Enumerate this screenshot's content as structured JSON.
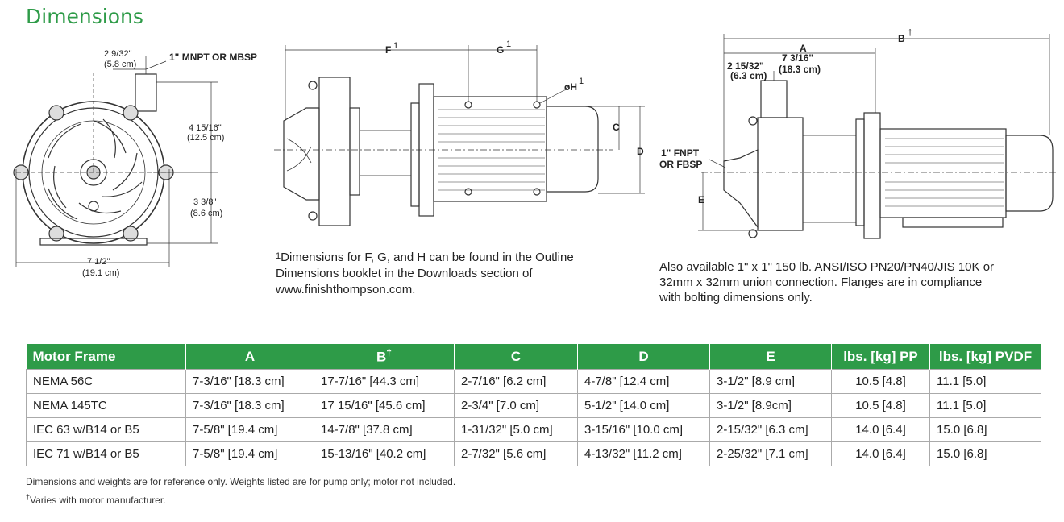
{
  "title": "Dimensions",
  "front_view": {
    "dim_top": "2 9/32\"",
    "dim_top_cm": "(5.8 cm)",
    "connection": "1\" MNPT OR MBSP",
    "dim_upper": "4 15/16\"",
    "dim_upper_cm": "(12.5 cm)",
    "dim_lower": "3 3/8\"",
    "dim_lower_cm": "(8.6 cm)",
    "dim_width": "7 1/2\"",
    "dim_width_cm": "(19.1 cm)"
  },
  "middle_view": {
    "label_f": "F",
    "label_f_sup": "1",
    "label_g": "G",
    "label_g_sup": "1",
    "label_h": "øH",
    "label_h_sup": "1",
    "label_c": "C",
    "label_d": "D"
  },
  "side_view": {
    "label_a": "A",
    "label_b": "B",
    "label_b_sup": "†",
    "dim_a1": "7 3/16\"",
    "dim_a1_cm": "(18.3 cm)",
    "dim_a2": "2 15/32\"",
    "dim_a2_cm": "(6.3 cm)",
    "connection": "1\" FNPT",
    "connection2": "OR FBSP",
    "label_e": "E"
  },
  "note1": {
    "sup": "1",
    "text": "Dimensions for F, G, and H can be found in the Outline Dimensions booklet in the Downloads section of www.finishthompson.com."
  },
  "note2": "Also available 1\" x 1\" 150 lb. ANSI/ISO PN20/PN40/JIS 10K or 32mm x 32mm union connection. Flanges are in compliance with bolting dimensions only.",
  "table": {
    "headers": [
      "Motor Frame",
      "A",
      "B",
      "C",
      "D",
      "E",
      "lbs. [kg] PP",
      "lbs. [kg] PVDF"
    ],
    "header_b_sup": "†",
    "rows": [
      [
        "NEMA 56C",
        "7-3/16\" [18.3 cm]",
        "17-7/16\" [44.3 cm]",
        "2-7/16\" [6.2 cm]",
        "4-7/8\" [12.4 cm]",
        "3-1/2\" [8.9 cm]",
        "10.5 [4.8]",
        "11.1 [5.0]"
      ],
      [
        "NEMA 145TC",
        "7-3/16\" [18.3 cm]",
        "17 15/16\" [45.6 cm]",
        "2-3/4\" [7.0 cm]",
        "5-1/2\" [14.0 cm]",
        "3-1/2\" [8.9cm]",
        "10.5 [4.8]",
        "11.1 [5.0]"
      ],
      [
        "IEC 63 w/B14 or B5",
        "7-5/8\" [19.4 cm]",
        "14-7/8\" [37.8 cm]",
        "1-31/32\" [5.0 cm]",
        "3-15/16\" [10.0 cm]",
        "2-15/32\" [6.3 cm]",
        "14.0 [6.4]",
        "15.0 [6.8]"
      ],
      [
        "IEC 71 w/B14 or B5",
        "7-5/8\" [19.4 cm]",
        "15-13/16\" [40.2 cm]",
        "2-7/32\" [5.6 cm]",
        "4-13/32\" [11.2 cm]",
        "2-25/32\" [7.1 cm]",
        "14.0 [6.4]",
        "15.0 [6.8]"
      ]
    ]
  },
  "footnote1": "Dimensions and weights are for reference only.  Weights listed are for pump only; motor not included.",
  "footnote2_sup": "†",
  "footnote2": "Varies with motor manufacturer."
}
